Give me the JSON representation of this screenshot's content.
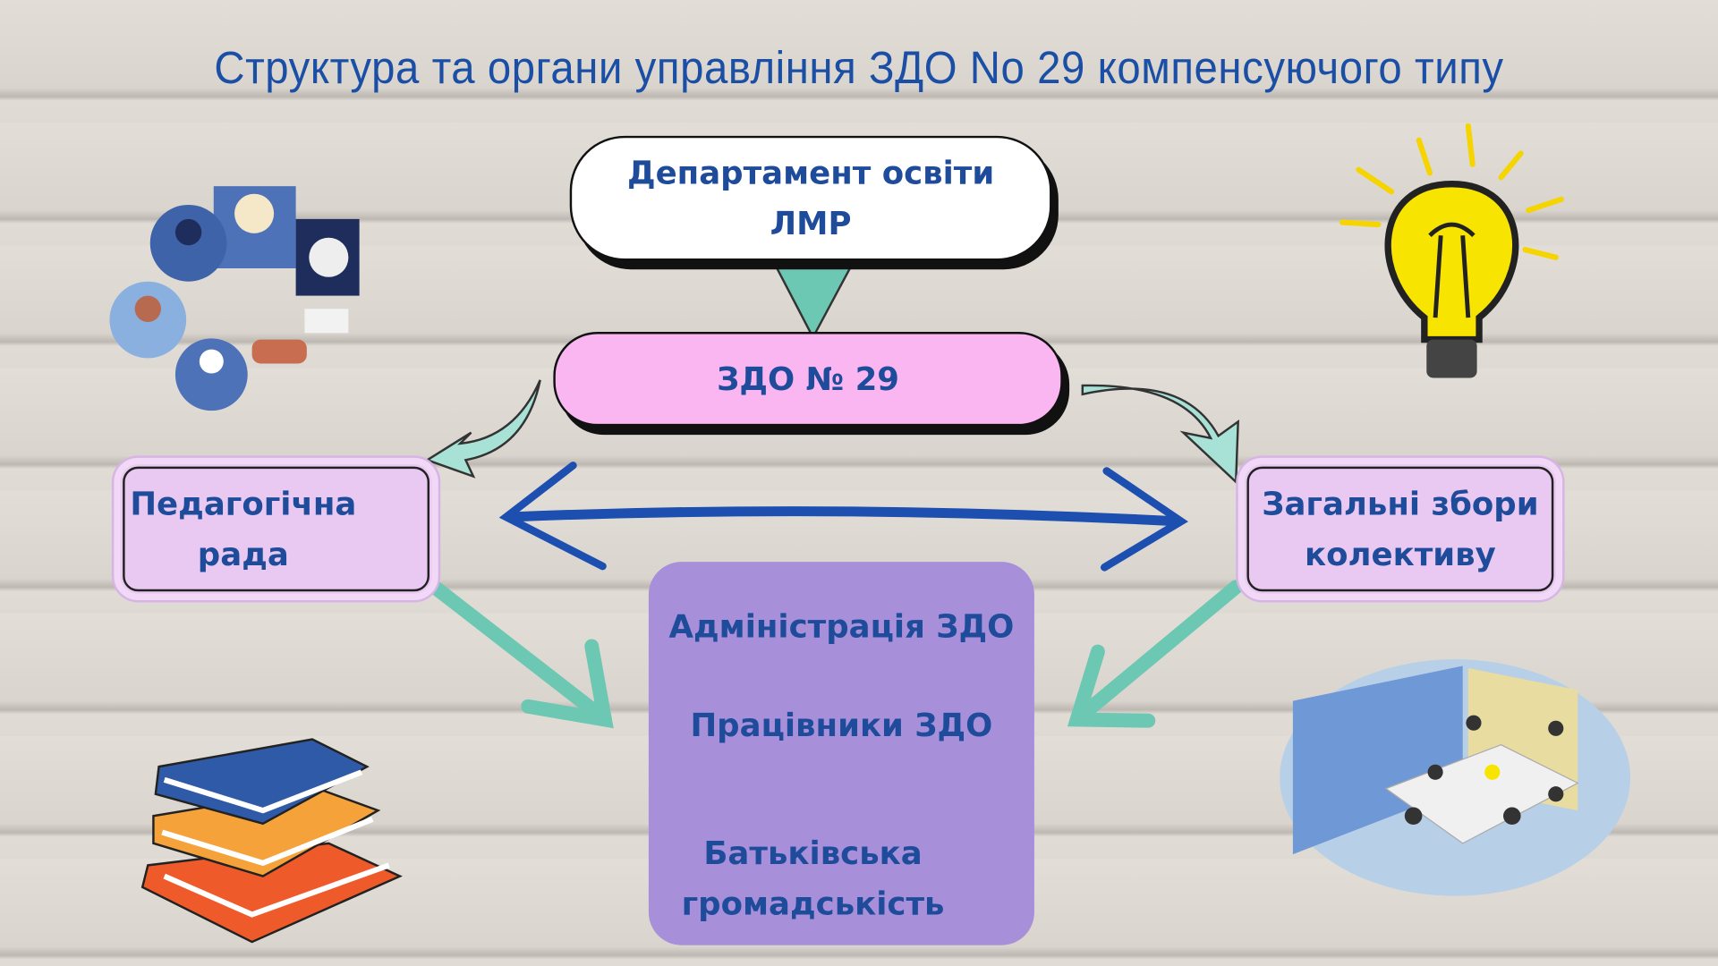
{
  "title": "Структура та органи управління ЗДО No 29 компенсуючого типу",
  "department": {
    "line1": "Департамент освіти",
    "line2": "ЛМР"
  },
  "institution": "ЗДО № 29",
  "pedagogical_council": {
    "line1": "Педагогічна",
    "line2": "рада"
  },
  "general_meeting": {
    "line1": "Загальні збори",
    "line2": "колективу"
  },
  "center": {
    "administration": "Адміністрація ЗДО",
    "workers": "Працівники ЗДО",
    "parents_line1": "Батьківська",
    "parents_line2": "громадськість"
  },
  "colors": {
    "text": "#1e4c9a",
    "teal": "#6cc7b3",
    "pink": "#f9b6f1",
    "lavender": "#e9c9f2",
    "purple": "#a78fd9",
    "blue_arrow": "#1c4fb0"
  }
}
